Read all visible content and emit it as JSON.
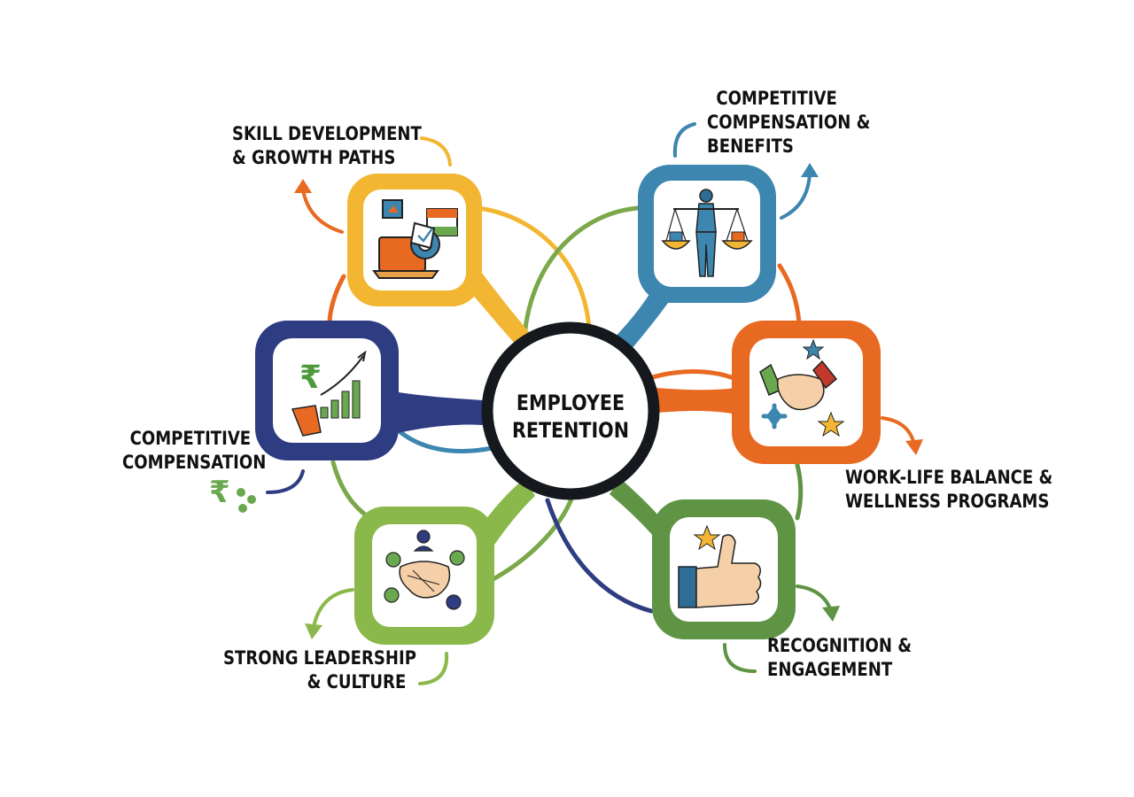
{
  "center": {
    "line1": "EMPLOYEE",
    "line2": "RETENTION"
  },
  "nodes": [
    {
      "id": "skill",
      "line1": "SKILL DEVELOPMENT",
      "line2": "& GROWTH PATHS",
      "color": "#f2b632",
      "icon": "laptop-gear-icon"
    },
    {
      "id": "benefits",
      "line1": "COMPETITIVE",
      "line2": "COMPENSATION &",
      "line3": "BENEFITS",
      "color": "#3d86b0",
      "icon": "balance-scale-person-icon"
    },
    {
      "id": "compensation",
      "line1": "COMPETITIVE",
      "line2": "COMPENSATION",
      "color": "#2e3c82",
      "icon": "rupee-growth-chart-icon"
    },
    {
      "id": "wellness",
      "line1": "WORK-LIFE BALANCE &",
      "line2": "WELLNESS PROGRAMS",
      "color": "#e86a22",
      "icon": "handshake-stars-icon"
    },
    {
      "id": "leadership",
      "line1": "STRONG LEADERSHIP",
      "line2": "& CULTURE",
      "color": "#8bb84a",
      "icon": "team-handshake-icon"
    },
    {
      "id": "recognition",
      "line1": "RECOGNITION &",
      "line2": "ENGAGEMENT",
      "color": "#5e9444",
      "icon": "thumbs-up-star-icon"
    }
  ],
  "center_ring_color": "#15191e"
}
